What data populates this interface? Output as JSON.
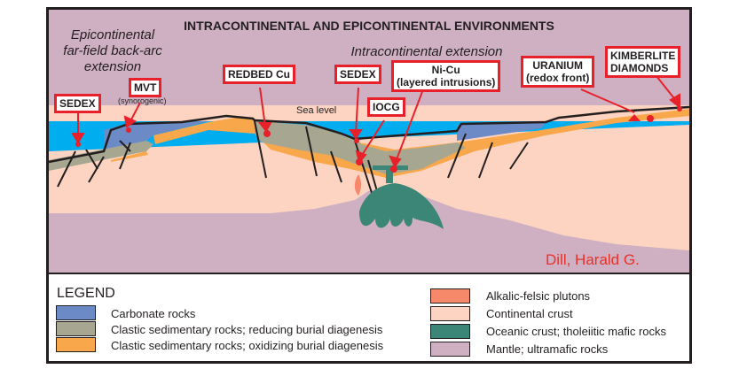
{
  "title": "INTRACONTINENTAL AND EPICONTINENTAL ENVIRONMENTS",
  "settings": {
    "left": "Epicontinental far-field back-arc extension",
    "left_lines": [
      "Epicontinental",
      "far-field  back-arc",
      "extension"
    ],
    "right": "Intracontinental  extension"
  },
  "sea_level_label": "Sea level",
  "deposits": [
    {
      "id": "sedex-left",
      "lines": [
        "SEDEX"
      ]
    },
    {
      "id": "mvt",
      "lines": [
        "MVT"
      ],
      "note": "(synorogenic)"
    },
    {
      "id": "redbed-cu",
      "lines": [
        "REDBED Cu"
      ]
    },
    {
      "id": "sedex-right",
      "lines": [
        "SEDEX"
      ]
    },
    {
      "id": "iocg",
      "lines": [
        "IOCG"
      ]
    },
    {
      "id": "ni-cu",
      "lines": [
        "Ni-Cu",
        "(layered intrusions)"
      ]
    },
    {
      "id": "uranium",
      "lines": [
        "URANIUM",
        "(redox front)"
      ]
    },
    {
      "id": "kimberlite",
      "lines": [
        "KIMBERLITE",
        "DIAMONDS"
      ]
    }
  ],
  "credit": "Dill, Harald G.",
  "colors": {
    "sea": "#00aeef",
    "carbonate": "#6b8ac6",
    "clastic_reducing": "#a7a791",
    "clastic_oxidizing": "#f9a74b",
    "alkalic_felsic": "#f6896a",
    "continental_crust": "#fdd4c2",
    "oceanic_crust": "#3b8676",
    "mantle": "#ceb0c2",
    "marker": "#e8202a"
  },
  "legend": {
    "title": "LEGEND",
    "left_items": [
      {
        "color": "#6b8ac6",
        "label": "Carbonate rocks"
      },
      {
        "color": "#a7a791",
        "label": "Clastic sedimentary rocks; reducing burial diagenesis"
      },
      {
        "color": "#f9a74b",
        "label": "Clastic sedimentary rocks; oxidizing burial diagenesis"
      }
    ],
    "right_items": [
      {
        "color": "#f6896a",
        "label": "Alkalic-felsic plutons"
      },
      {
        "color": "#fdd4c2",
        "label": "Continental crust"
      },
      {
        "color": "#3b8676",
        "label": "Oceanic crust; tholeiitic mafic rocks"
      },
      {
        "color": "#ceb0c2",
        "label": "Mantle; ultramafic rocks"
      }
    ]
  }
}
